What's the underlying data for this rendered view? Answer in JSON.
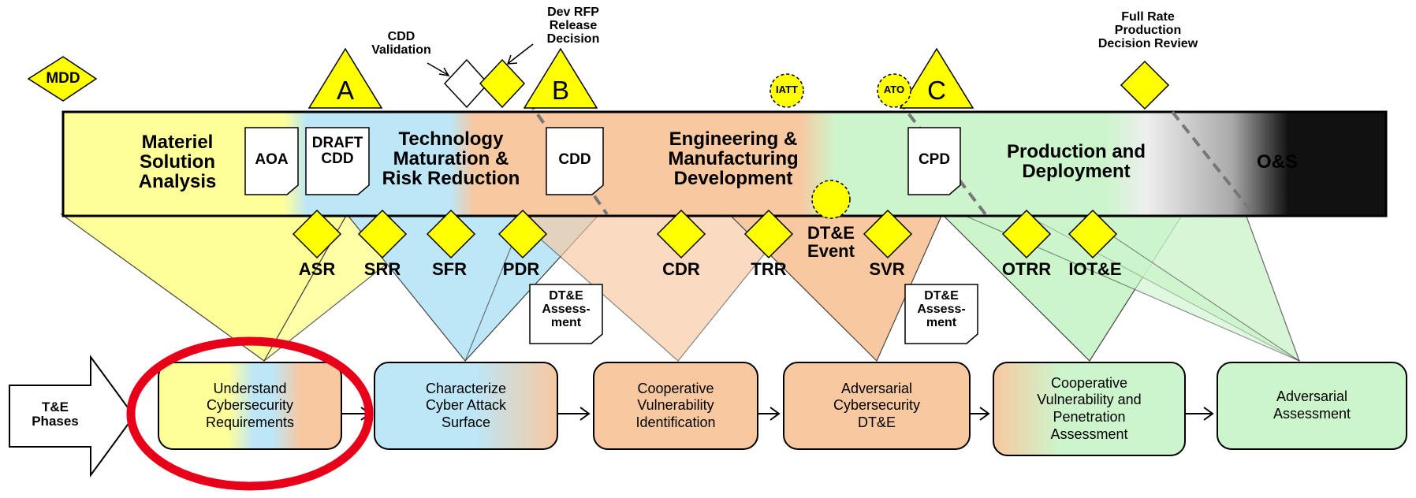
{
  "colors": {
    "yellow": "#ffff99",
    "blue": "#bde6f7",
    "orange": "#f8c8a0",
    "green": "#ccf5cc",
    "gold": "#ffff00",
    "highlight_ring": "#e8001a"
  },
  "milestones": {
    "mdd": "MDD",
    "a": "A",
    "b": "B",
    "c": "C",
    "cdd_validation": "CDD\nValidation",
    "dev_rfp": "Dev RFP\nRelease\nDecision",
    "frp": "Full Rate\nProduction\nDecision Review",
    "iatt": "IATT",
    "ato": "ATO"
  },
  "phases": [
    {
      "label": "Materiel\nSolution\nAnalysis"
    },
    {
      "label": "Technology\nMaturation &\nRisk Reduction"
    },
    {
      "label": "Engineering &\nManufacturing\nDevelopment"
    },
    {
      "label": "Production and\nDeployment"
    },
    {
      "label": "O&S"
    }
  ],
  "documents": {
    "aoa": "AOA",
    "draft_cdd": "DRAFT\nCDD",
    "cdd": "CDD",
    "cpd": "CPD",
    "dte_assessment_1": "DT&E\nAssess-\nment",
    "dte_assessment_2": "DT&E\nAssess-\nment"
  },
  "reviews": [
    "ASR",
    "SRR",
    "SFR",
    "PDR",
    "CDR",
    "TRR",
    "SVR",
    "OTRR",
    "IOT&E"
  ],
  "dte_event": "DT&E\nEvent",
  "te_phases_label": "T&E\nPhases",
  "steps": [
    "Understand\nCybersecurity\nRequirements",
    "Characterize\nCyber Attack\nSurface",
    "Cooperative\nVulnerability\nIdentification",
    "Adversarial\nCybersecurity\nDT&E",
    "Cooperative\nVulnerability and\nPenetration\nAssessment",
    "Adversarial\nAssessment"
  ]
}
